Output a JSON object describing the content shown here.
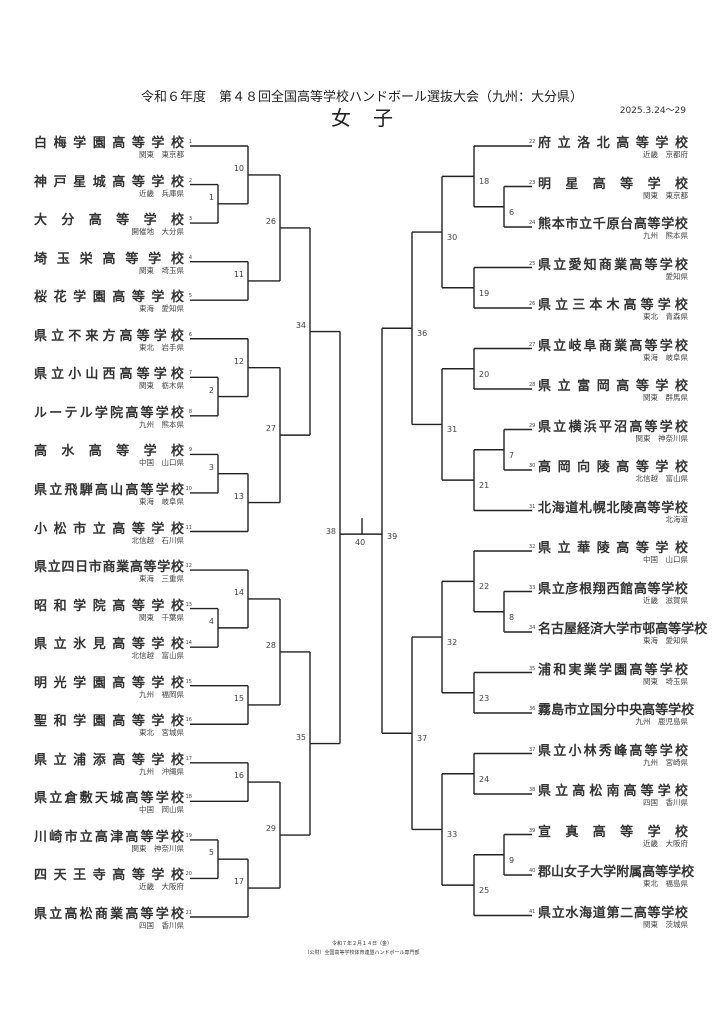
{
  "header": {
    "title": "令和６年度　第４８回全国高等学校ハンドボール選抜大会（九州：大分県）",
    "division": "女子",
    "dates": "2025.3.24〜29"
  },
  "footer": {
    "date": "令和７年２月１４日（金）",
    "organizer": "（公財）全国高等学校体育連盟ハンドボール専門部"
  },
  "teams": [
    {
      "no": "1",
      "name": "白梅学園高等学校",
      "region": "関東",
      "pref": "東京都"
    },
    {
      "no": "2",
      "name": "神戸星城高等学校",
      "region": "近畿",
      "pref": "兵庫県"
    },
    {
      "no": "3",
      "name": "大分高等学校",
      "region": "開催地",
      "pref": "大分県"
    },
    {
      "no": "4",
      "name": "埼玉栄高等学校",
      "region": "関東",
      "pref": "埼玉県"
    },
    {
      "no": "5",
      "name": "桜花学園高等学校",
      "region": "東海",
      "pref": "愛知県"
    },
    {
      "no": "6",
      "name": "県立不来方高等学校",
      "region": "東北",
      "pref": "岩手県"
    },
    {
      "no": "7",
      "name": "県立小山西高等学校",
      "region": "関東",
      "pref": "栃木県"
    },
    {
      "no": "8",
      "name": "ルーテル学院高等学校",
      "region": "九州",
      "pref": "熊本県"
    },
    {
      "no": "9",
      "name": "高水高等学校",
      "region": "中国",
      "pref": "山口県"
    },
    {
      "no": "10",
      "name": "県立飛騨高山高等学校",
      "region": "東海",
      "pref": "岐阜県"
    },
    {
      "no": "11",
      "name": "小松市立高等学校",
      "region": "北信越",
      "pref": "石川県"
    },
    {
      "no": "12",
      "name": "県立四日市商業高等学校",
      "region": "東海",
      "pref": "三重県"
    },
    {
      "no": "13",
      "name": "昭和学院高等学校",
      "region": "関東",
      "pref": "千葉県"
    },
    {
      "no": "14",
      "name": "県立氷見高等学校",
      "region": "北信越",
      "pref": "富山県"
    },
    {
      "no": "15",
      "name": "明光学園高等学校",
      "region": "九州",
      "pref": "福岡県"
    },
    {
      "no": "16",
      "name": "聖和学園高等学校",
      "region": "東北",
      "pref": "宮城県"
    },
    {
      "no": "17",
      "name": "県立浦添高等学校",
      "region": "九州",
      "pref": "沖縄県"
    },
    {
      "no": "18",
      "name": "県立倉敷天城高等学校",
      "region": "中国",
      "pref": "岡山県"
    },
    {
      "no": "19",
      "name": "川崎市立高津高等学校",
      "region": "関東",
      "pref": "神奈川県"
    },
    {
      "no": "20",
      "name": "四天王寺高等学校",
      "region": "近畿",
      "pref": "大阪府"
    },
    {
      "no": "21",
      "name": "県立高松商業高等学校",
      "region": "四国",
      "pref": "香川県"
    },
    {
      "no": "22",
      "name": "府立洛北高等学校",
      "region": "近畿",
      "pref": "京都府"
    },
    {
      "no": "23",
      "name": "明星高等学校",
      "region": "関東",
      "pref": "東京都"
    },
    {
      "no": "24",
      "name": "熊本市立千原台高等学校",
      "region": "九州",
      "pref": "熊本県"
    },
    {
      "no": "25",
      "name": "県立愛知商業高等学校",
      "region": "",
      "pref": "愛知県"
    },
    {
      "no": "26",
      "name": "県立三本木高等学校",
      "region": "東北",
      "pref": "青森県"
    },
    {
      "no": "27",
      "name": "県立岐阜商業高等学校",
      "region": "東海",
      "pref": "岐阜県"
    },
    {
      "no": "28",
      "name": "県立富岡高等学校",
      "region": "関東",
      "pref": "群馬県"
    },
    {
      "no": "29",
      "name": "県立横浜平沼高等学校",
      "region": "関東",
      "pref": "神奈川県"
    },
    {
      "no": "30",
      "name": "高岡向陵高等学校",
      "region": "北信越",
      "pref": "富山県"
    },
    {
      "no": "31",
      "name": "北海道札幌北陵高等学校",
      "region": "",
      "pref": "北海道"
    },
    {
      "no": "32",
      "name": "県立華陵高等学校",
      "region": "中国",
      "pref": "山口県"
    },
    {
      "no": "33",
      "name": "県立彦根翔西館高等学校",
      "region": "近畿",
      "pref": "滋賀県"
    },
    {
      "no": "34",
      "name": "名古屋経済大学市邨高等学校",
      "region": "東海",
      "pref": "愛知県"
    },
    {
      "no": "35",
      "name": "浦和実業学園高等学校",
      "region": "関東",
      "pref": "埼玉県"
    },
    {
      "no": "36",
      "name": "霧島市立国分中央高等学校",
      "region": "九州",
      "pref": "鹿児島県"
    },
    {
      "no": "37",
      "name": "県立小林秀峰高等学校",
      "region": "九州",
      "pref": "宮崎県"
    },
    {
      "no": "38",
      "name": "県立高松南高等学校",
      "region": "四国",
      "pref": "香川県"
    },
    {
      "no": "39",
      "name": "宣真高等学校",
      "region": "近畿",
      "pref": "大阪府"
    },
    {
      "no": "40",
      "name": "郡山女子大学附属高等学校",
      "region": "東北",
      "pref": "福島県"
    },
    {
      "no": "41",
      "name": "県立水海道第二高等学校",
      "region": "関東",
      "pref": "茨城県"
    }
  ],
  "bracket": {
    "final": "40",
    "rounds": [
      [
        "1",
        "2",
        "3",
        "4",
        "5",
        "6",
        "7",
        "8",
        "9"
      ],
      [
        "10",
        "11",
        "12",
        "13",
        "14",
        "15",
        "16",
        "17",
        "18",
        "19",
        "20",
        "21",
        "22",
        "23",
        "24",
        "25"
      ],
      [
        "26",
        "27",
        "28",
        "29",
        "30",
        "31",
        "32",
        "33"
      ],
      [
        "34",
        "35",
        "36",
        "37"
      ],
      [
        "38",
        "39"
      ]
    ],
    "matches": {
      "1": [
        "t2",
        "t3"
      ],
      "2": [
        "t7",
        "t8"
      ],
      "3": [
        "t9",
        "t10"
      ],
      "4": [
        "t13",
        "t14"
      ],
      "5": [
        "t19",
        "t20"
      ],
      "6": [
        "t23",
        "t24"
      ],
      "7": [
        "t29",
        "t30"
      ],
      "8": [
        "t33",
        "t34"
      ],
      "9": [
        "t39",
        "t40"
      ],
      "10": [
        "t1",
        "1"
      ],
      "11": [
        "t4",
        "t5"
      ],
      "12": [
        "t6",
        "2"
      ],
      "13": [
        "3",
        "t11"
      ],
      "14": [
        "t12",
        "4"
      ],
      "15": [
        "t15",
        "t16"
      ],
      "16": [
        "t17",
        "t18"
      ],
      "17": [
        "5",
        "t21"
      ],
      "18": [
        "t22",
        "6"
      ],
      "19": [
        "t25",
        "t26"
      ],
      "20": [
        "t27",
        "t28"
      ],
      "21": [
        "7",
        "t31"
      ],
      "22": [
        "t32",
        "8"
      ],
      "23": [
        "t35",
        "t36"
      ],
      "24": [
        "t37",
        "t38"
      ],
      "25": [
        "9",
        "t41"
      ],
      "26": [
        "10",
        "11"
      ],
      "27": [
        "12",
        "13"
      ],
      "28": [
        "14",
        "15"
      ],
      "29": [
        "16",
        "17"
      ],
      "30": [
        "18",
        "19"
      ],
      "31": [
        "20",
        "21"
      ],
      "32": [
        "22",
        "23"
      ],
      "33": [
        "24",
        "25"
      ],
      "34": [
        "26",
        "27"
      ],
      "35": [
        "28",
        "29"
      ],
      "36": [
        "30",
        "31"
      ],
      "37": [
        "32",
        "33"
      ],
      "38": [
        "34",
        "35"
      ],
      "39": [
        "36",
        "37"
      ],
      "40": [
        "38",
        "39"
      ]
    },
    "left_side_last_team": 21
  }
}
